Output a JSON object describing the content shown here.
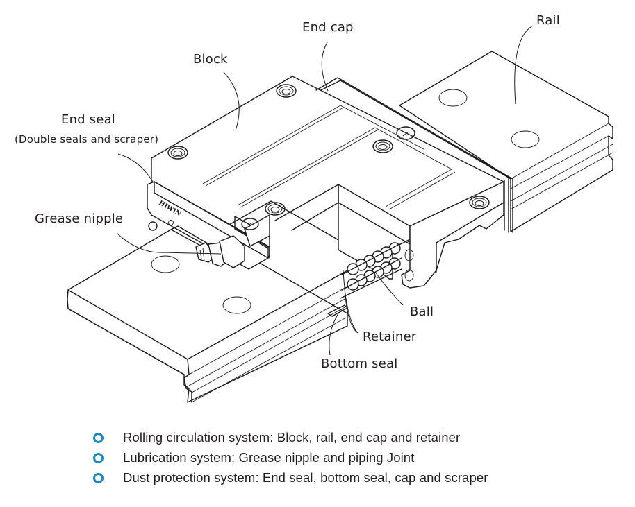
{
  "diagram": {
    "subject": "Linear guideway (block on rail) exploded component callouts",
    "logo_text": "HIWIN",
    "labels": {
      "end_cap": "End cap",
      "rail": "Rail",
      "block": "Block",
      "end_seal": "End seal",
      "end_seal_sub": "(Double seals and scraper)",
      "grease_nipple": "Grease nipple",
      "ball": "Ball",
      "retainer": "Retainer",
      "bottom_seal": "Bottom seal"
    }
  },
  "legend": {
    "bullet_color": "#1a8ac6",
    "items": [
      {
        "text": "Rolling circulation system: Block, rail, end cap and retainer"
      },
      {
        "text": "Lubrication system: Grease nipple and piping Joint"
      },
      {
        "text": "Dust protection system: End seal, bottom seal, cap and scraper"
      }
    ]
  }
}
